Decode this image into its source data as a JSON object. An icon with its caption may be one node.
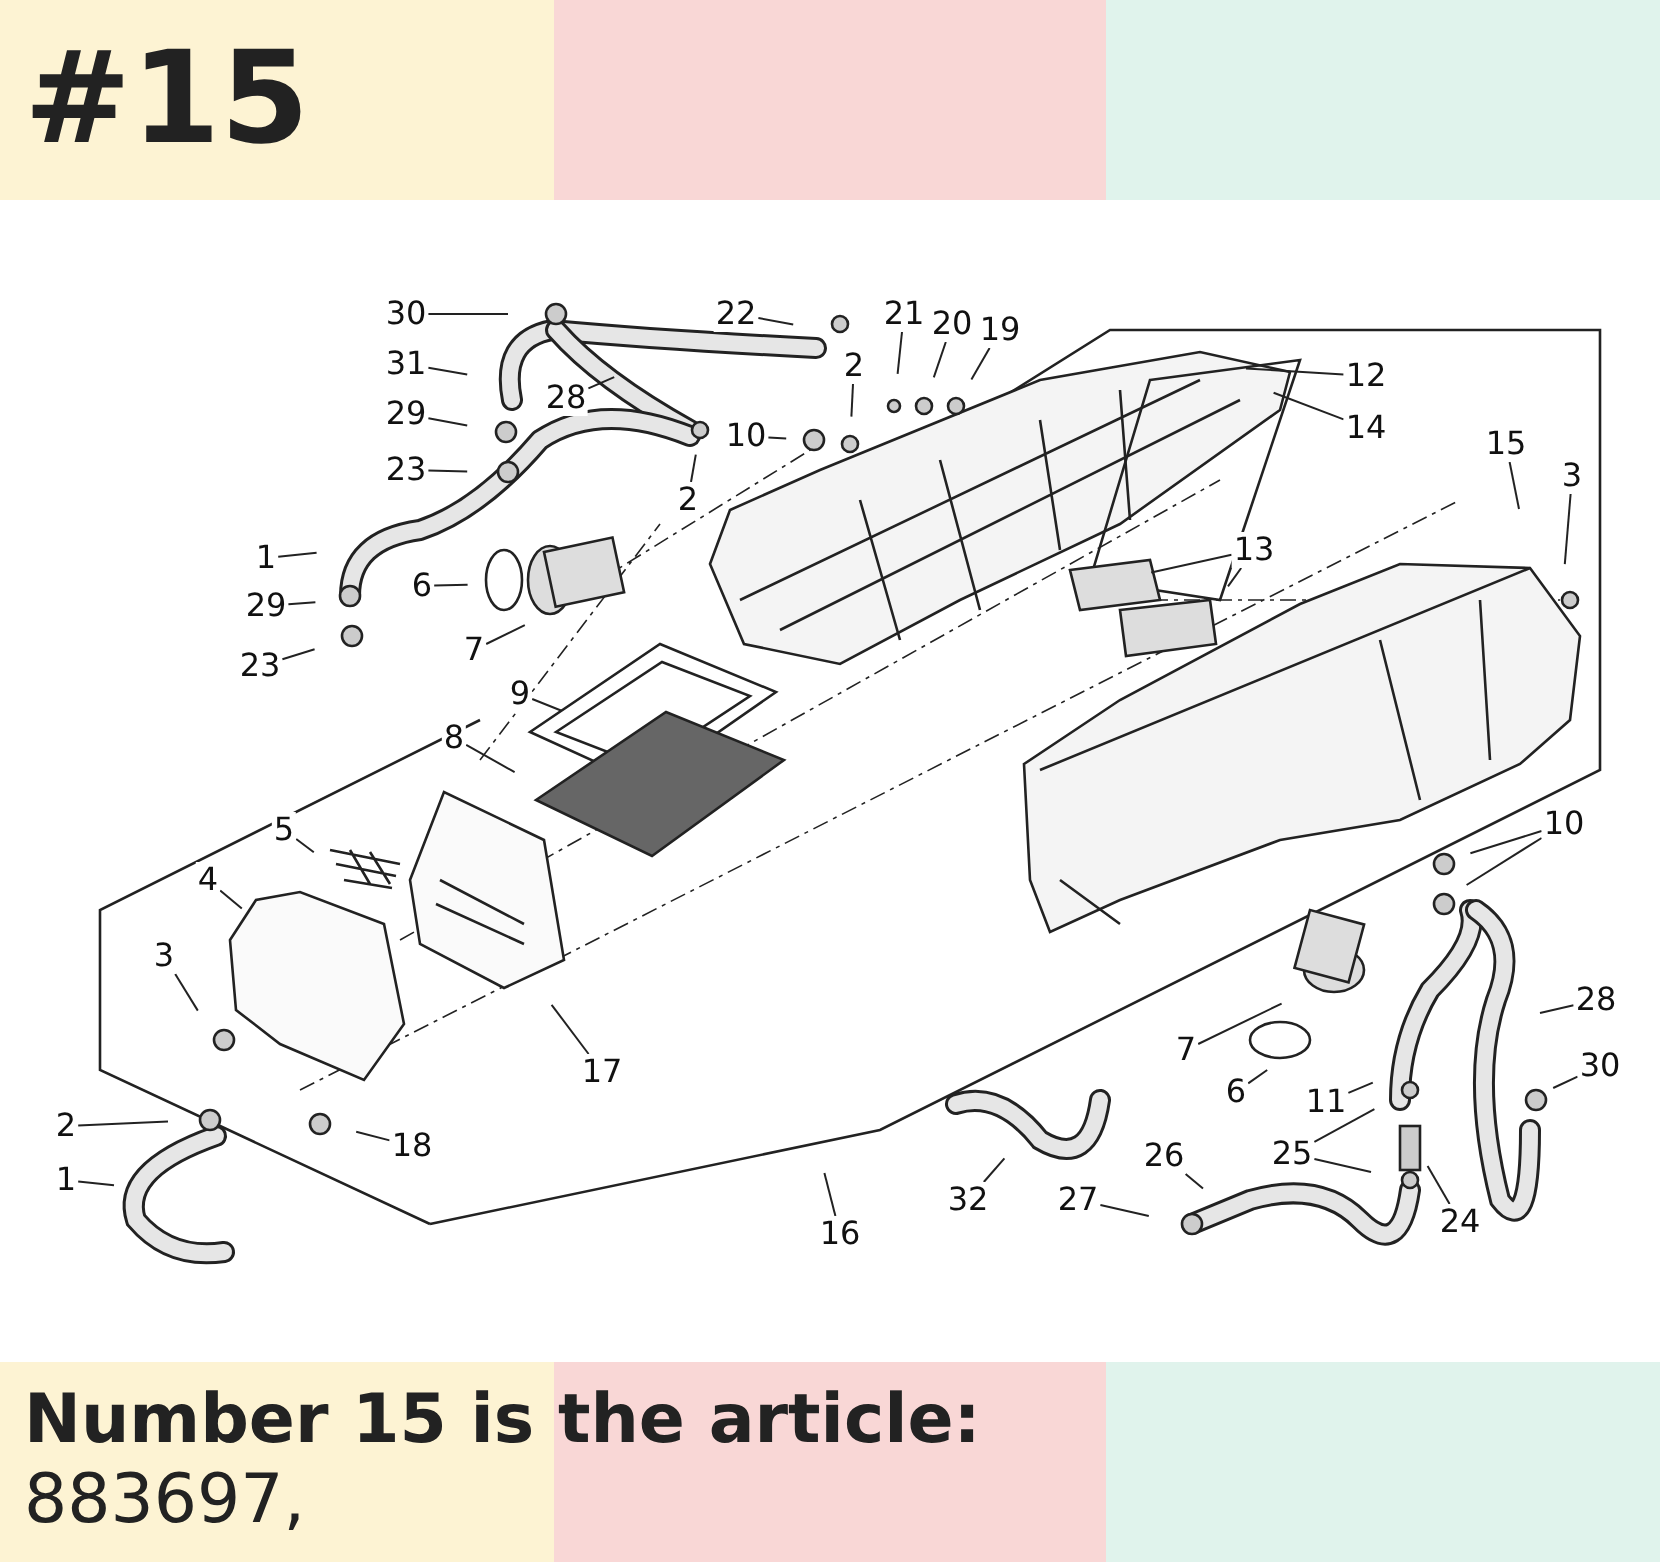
{
  "diagram": {
    "title": "#15",
    "caption": "**Number 15 is the article:** 883697,",
    "nodes": [
      {
        "text": [
          "30"
        ]
      },
      {
        "text": [
          "22"
        ]
      },
      {
        "text": [
          "21"
        ]
      },
      {
        "text": [
          "20"
        ]
      },
      {
        "text": [
          "19"
        ]
      },
      {
        "text": [
          "31"
        ]
      },
      {
        "text": [
          "2"
        ]
      },
      {
        "text": [
          "12"
        ]
      },
      {
        "text": [
          "28"
        ]
      },
      {
        "text": [
          "29"
        ]
      },
      {
        "text": [
          "10"
        ]
      },
      {
        "text": [
          "14"
        ]
      },
      {
        "text": [
          "15"
        ]
      },
      {
        "text": [
          "23"
        ]
      },
      {
        "text": [
          "2"
        ]
      },
      {
        "text": [
          "3"
        ]
      },
      {
        "text": [
          "1"
        ]
      },
      {
        "text": [
          "13"
        ]
      },
      {
        "text": [
          "6"
        ]
      },
      {
        "text": [
          "29"
        ]
      },
      {
        "text": [
          "7"
        ]
      },
      {
        "text": [
          "23"
        ]
      },
      {
        "text": [
          "9"
        ]
      },
      {
        "text": [
          "8"
        ]
      },
      {
        "text": [
          "5"
        ]
      },
      {
        "text": [
          "10"
        ]
      },
      {
        "text": [
          "4"
        ]
      },
      {
        "text": [
          "3"
        ]
      },
      {
        "text": [
          "28"
        ]
      },
      {
        "text": [
          "17"
        ]
      },
      {
        "text": [
          "7"
        ]
      },
      {
        "text": [
          "30"
        ]
      },
      {
        "text": [
          "6"
        ]
      },
      {
        "text": [
          "11"
        ]
      },
      {
        "text": [
          "2"
        ]
      },
      {
        "text": [
          "18"
        ]
      },
      {
        "text": [
          "25"
        ]
      },
      {
        "text": [
          "26"
        ]
      },
      {
        "text": [
          "1"
        ]
      },
      {
        "text": [
          "32"
        ]
      },
      {
        "text": [
          "27"
        ]
      },
      {
        "text": [
          "24"
        ]
      },
      {
        "text": [
          "16"
        ]
      }
    ],
    "edges": [
      {
        "from": 0,
        "to": null,
        "arrow": "none"
      },
      {
        "from": 1,
        "to": null,
        "arrow": "none"
      },
      {
        "from": 2,
        "to": null,
        "arrow": "none"
      },
      {
        "from": 3,
        "to": null,
        "arrow": "none"
      },
      {
        "from": 4,
        "to": null,
        "arrow": "none"
      },
      {
        "from": 5,
        "to": null,
        "arrow": "none"
      },
      {
        "from": 6,
        "to": null,
        "arrow": "none"
      },
      {
        "from": 7,
        "to": null,
        "arrow": "none"
      },
      {
        "from": 8,
        "to": null,
        "arrow": "none"
      },
      {
        "from": 9,
        "to": null,
        "arrow": "none"
      },
      {
        "from": 10,
        "to": null,
        "arrow": "none"
      },
      {
        "from": 11,
        "to": null,
        "arrow": "none"
      },
      {
        "from": 12,
        "to": null,
        "arrow": "none"
      },
      {
        "from": 13,
        "to": null,
        "arrow": "none"
      },
      {
        "from": 14,
        "to": null,
        "arrow": "none"
      },
      {
        "from": 15,
        "to": null,
        "arrow": "none"
      },
      {
        "from": 16,
        "to": null,
        "arrow": "none"
      },
      {
        "from": 17,
        "to": null,
        "arrow": "none"
      },
      {
        "from": 17,
        "to": null,
        "arrow": "none"
      },
      {
        "from": 18,
        "to": null,
        "arrow": "none"
      },
      {
        "from": 19,
        "to": null,
        "arrow": "none"
      },
      {
        "from": 20,
        "to": null,
        "arrow": "none"
      },
      {
        "from": 21,
        "to": null,
        "arrow": "none"
      },
      {
        "from": 22,
        "to": null,
        "arrow": "none"
      },
      {
        "from": 23,
        "to": null,
        "arrow": "none"
      },
      {
        "from": 24,
        "to": null,
        "arrow": "none"
      },
      {
        "from": 25,
        "to": null,
        "arrow": "none"
      },
      {
        "from": 25,
        "to": null,
        "arrow": "none"
      },
      {
        "from": 26,
        "to": null,
        "arrow": "none"
      },
      {
        "from": 27,
        "to": null,
        "arrow": "none"
      },
      {
        "from": 28,
        "to": null,
        "arrow": "none"
      },
      {
        "from": 29,
        "to": null,
        "arrow": "none"
      },
      {
        "from": 30,
        "to": null,
        "arrow": "none"
      },
      {
        "from": 31,
        "to": null,
        "arrow": "none"
      },
      {
        "from": 32,
        "to": null,
        "arrow": "none"
      },
      {
        "from": 33,
        "to": null,
        "arrow": "none"
      },
      {
        "from": 34,
        "to": null,
        "arrow": "none"
      },
      {
        "from": 35,
        "to": null,
        "arrow": "none"
      },
      {
        "from": 36,
        "to": null,
        "arrow": "none"
      },
      {
        "from": 36,
        "to": null,
        "arrow": "none"
      },
      {
        "from": 37,
        "to": null,
        "arrow": "none"
      },
      {
        "from": 38,
        "to": null,
        "arrow": "none"
      },
      {
        "from": 39,
        "to": null,
        "arrow": "none"
      },
      {
        "from": 40,
        "to": null,
        "arrow": "none"
      },
      {
        "from": 41,
        "to": null,
        "arrow": "none"
      },
      {
        "from": 42,
        "to": null,
        "arrow": "none"
      }
    ]
  }
}
